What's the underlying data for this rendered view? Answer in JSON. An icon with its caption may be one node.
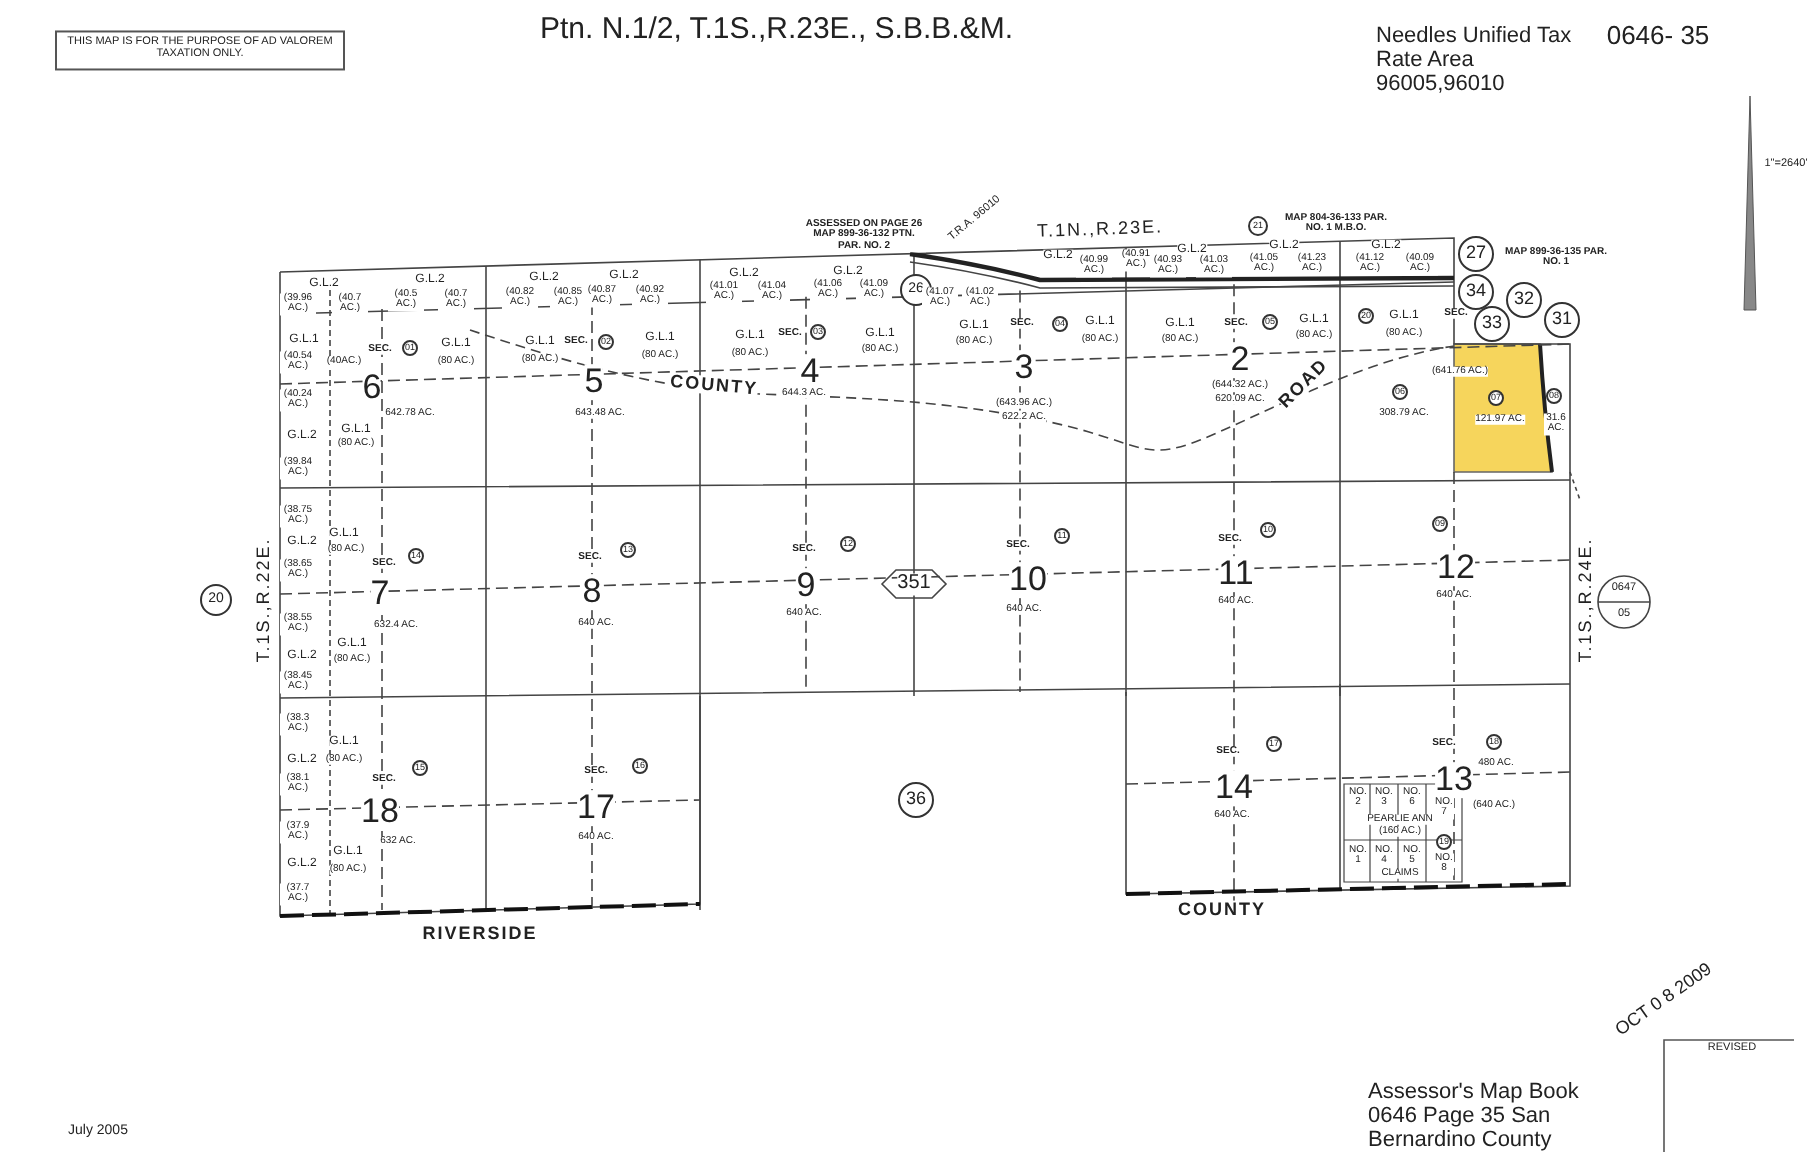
{
  "diagram": {
    "title": "Ptn. N.1/2, T.1S.,R.23E., S.B.B.&M.",
    "labels": [
      "THIS MAP IS FOR THE PURPOSE OF AD VALOREM TAXATION ONLY.",
      "Needles Unified Tax Rate Area 96005,96010",
      "0646- 35",
      "1\"=2640'",
      "26",
      "ASSESSED ON PAGE 26 MAP 899-36-132 PTN. PAR. NO. 2",
      "T.R.A. 96010",
      "T.1N.,R.23E.",
      "21",
      "MAP 804-36-133 PAR. NO. 1 M.B.O.",
      "27",
      "MAP 899-36-135 PAR. NO. 1",
      "34",
      "32",
      "33",
      "31",
      "G.L.2",
      "(39.96 AC.)",
      "(40.7 AC.)",
      "G.L.2",
      "(40.5 AC.)",
      "(40.7 AC.)",
      "G.L.2",
      "(40.82 AC.)",
      "(40.85 AC.)",
      "G.L.2",
      "(40.87 AC.)",
      "(40.92 AC.)",
      "G.L.2",
      "(41.01 AC.)",
      "(41.04 AC.)",
      "G.L.2",
      "(41.06 AC.)",
      "(41.09 AC.)",
      "(41.07 AC.)",
      "(41.02 AC.)",
      "G.L.2",
      "(40.99 AC.)",
      "(40.91 AC.)",
      "G.L.2",
      "(40.93 AC.)",
      "(41.03 AC.)",
      "G.L.2",
      "(41.05 AC.)",
      "(41.23 AC.)",
      "G.L.2",
      "(41.12 AC.)",
      "(40.09 AC.)",
      "G.L.1",
      "(40.54 AC.)",
      "(40AC.)",
      "SEC.",
      "01",
      "G.L.1",
      "(80 AC.)",
      "6",
      "642.78 AC.",
      "(40.24 AC.)",
      "G.L.2",
      "G.L.1",
      "(80 AC.)",
      "(39.84 AC.)",
      "G.L.1",
      "(80 AC.)",
      "SEC.",
      "02",
      "G.L.1",
      "(80 AC.)",
      "5",
      "643.48 AC.",
      "COUNTY",
      "G.L.1",
      "(80 AC.)",
      "SEC.",
      "03",
      "G.L.1",
      "(80 AC.)",
      "4",
      "644.3 AC.",
      "G.L.1",
      "(80 AC.)",
      "SEC.",
      "04",
      "G.L.1",
      "(80 AC.)",
      "3",
      "(643.96 AC.)",
      "622.2 AC.",
      "G.L.1",
      "(80 AC.)",
      "SEC.",
      "05",
      "G.L.1",
      "(80 AC.)",
      "2",
      "(644.32 AC.)",
      "620.09 AC.",
      "ROAD",
      "20",
      "G.L.1",
      "(80 AC.)",
      "SEC.",
      "(641.76 AC.)",
      "06",
      "308.79 AC.",
      "07",
      "121.97 AC.",
      "08",
      "31.6 AC.",
      "T.1S.,R.22E.",
      "20",
      "T.1S.,R.24E.",
      "0647",
      "05",
      "(38.75 AC.)",
      "G.L.2",
      "G.L.1",
      "(80 AC.)",
      "(38.65 AC.)",
      "SEC.",
      "14",
      "7",
      "632.4 AC.",
      "(38.55 AC.)",
      "G.L.2",
      "G.L.1",
      "(80 AC.)",
      "(38.45 AC.)",
      "SEC.",
      "13",
      "8",
      "640 AC.",
      "SEC.",
      "12",
      "9",
      "640 AC.",
      "351",
      "SEC.",
      "11",
      "10",
      "640 AC.",
      "SEC.",
      "10",
      "11",
      "640 AC.",
      "09",
      "12",
      "640 AC.",
      "(38.3 AC.)",
      "G.L.2",
      "G.L.1",
      "(80 AC.)",
      "(38.1 AC.)",
      "15",
      "SEC.",
      "18",
      "632 AC.",
      "(37.9 AC.)",
      "G.L.2",
      "G.L.1",
      "(80 AC.)",
      "(37.7 AC.)",
      "SEC.",
      "16",
      "17",
      "640 AC.",
      "36",
      "SEC.",
      "17",
      "14",
      "640 AC.",
      "SEC.",
      "18",
      "480 AC.",
      "13",
      "NO. 2",
      "NO. 3",
      "NO. 6",
      "NO. 7",
      "(640 AC.)",
      "PEARLIE ANN",
      "(160 AC.)",
      "19",
      "NO. 1",
      "NO. 4",
      "NO. 5",
      "NO. 8",
      "CLAIMS",
      "RIVERSIDE",
      "COUNTY",
      "OCT 0 8 2009",
      "REVISED",
      "July 2005",
      "Assessor's Map Book 0646 Page 35 San Bernardino County"
    ]
  }
}
